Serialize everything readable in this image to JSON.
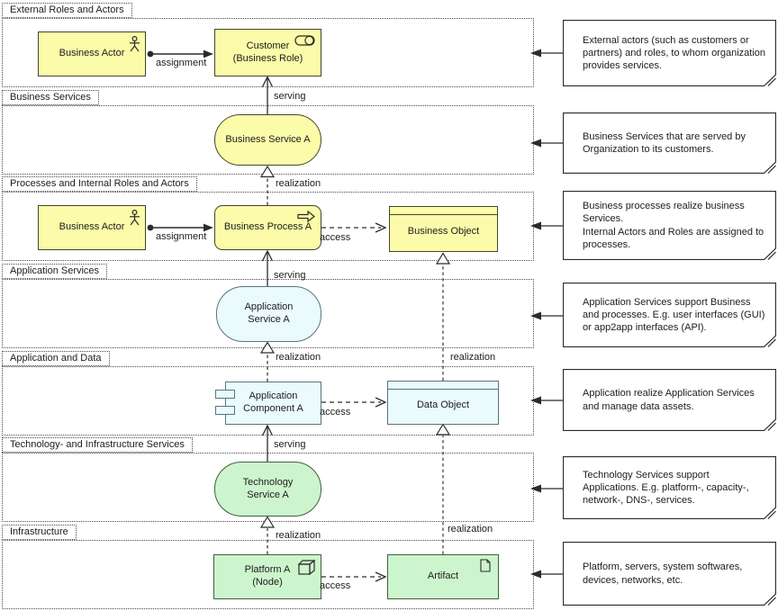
{
  "layers": [
    {
      "label": "External Roles and Actors"
    },
    {
      "label": "Business Services"
    },
    {
      "label": "Processes and Internal Roles and Actors"
    },
    {
      "label": "Application Services"
    },
    {
      "label": "Application and Data"
    },
    {
      "label": "Technology- and Infrastructure Services"
    },
    {
      "label": "Infrastructure"
    }
  ],
  "elements": {
    "business_actor_1": {
      "label": "Business Actor"
    },
    "customer": {
      "label": "Customer\n(Business Role)"
    },
    "business_service_a": {
      "label": "Business Service A"
    },
    "business_actor_2": {
      "label": "Business Actor"
    },
    "business_process_a": {
      "label": "Business Process A"
    },
    "business_object": {
      "label": "Business Object"
    },
    "application_service_a": {
      "label": "Application\nService A"
    },
    "application_component_a": {
      "label": "Application\nComponent A"
    },
    "data_object": {
      "label": "Data Object"
    },
    "technology_service_a": {
      "label": "Technology\nService A"
    },
    "platform_a": {
      "label": "Platform A\n(Node)"
    },
    "artifact": {
      "label": "Artifact"
    }
  },
  "connectors": {
    "assignment_1": "assignment",
    "serving_1": "serving",
    "realization_1": "realization",
    "assignment_2": "assignment",
    "access_1": "access",
    "serving_2": "serving",
    "realization_2": "realization",
    "realization_3": "realization",
    "access_2": "access",
    "serving_3": "serving",
    "realization_4": "realization",
    "realization_5": "realization",
    "access_3": "access"
  },
  "notes": [
    {
      "text": "External actors (such as customers or partners) and roles, to whom organization provides services."
    },
    {
      "text": "Business Services that are served by Organization to its customers."
    },
    {
      "text": "Business processes realize business Services.\nInternal Actors and Roles are assigned to processes."
    },
    {
      "text": "Application Services support Business and processes. E.g. user interfaces (GUI) or app2app interfaces (API)."
    },
    {
      "text": "Application realize Application Services and manage data assets."
    },
    {
      "text": "Technology Services support Applications. E.g. platform-, capacity-, network-, DNS-, services."
    },
    {
      "text": "Platform, servers, system softwares, devices, networks, etc."
    }
  ],
  "colors": {
    "business_fill": "#FBFBA9",
    "application_fill": "#EAFAFD",
    "technology_fill": "#CDF5CD",
    "note_fill": "#FFFFFF",
    "line": "#2b2b2b"
  }
}
